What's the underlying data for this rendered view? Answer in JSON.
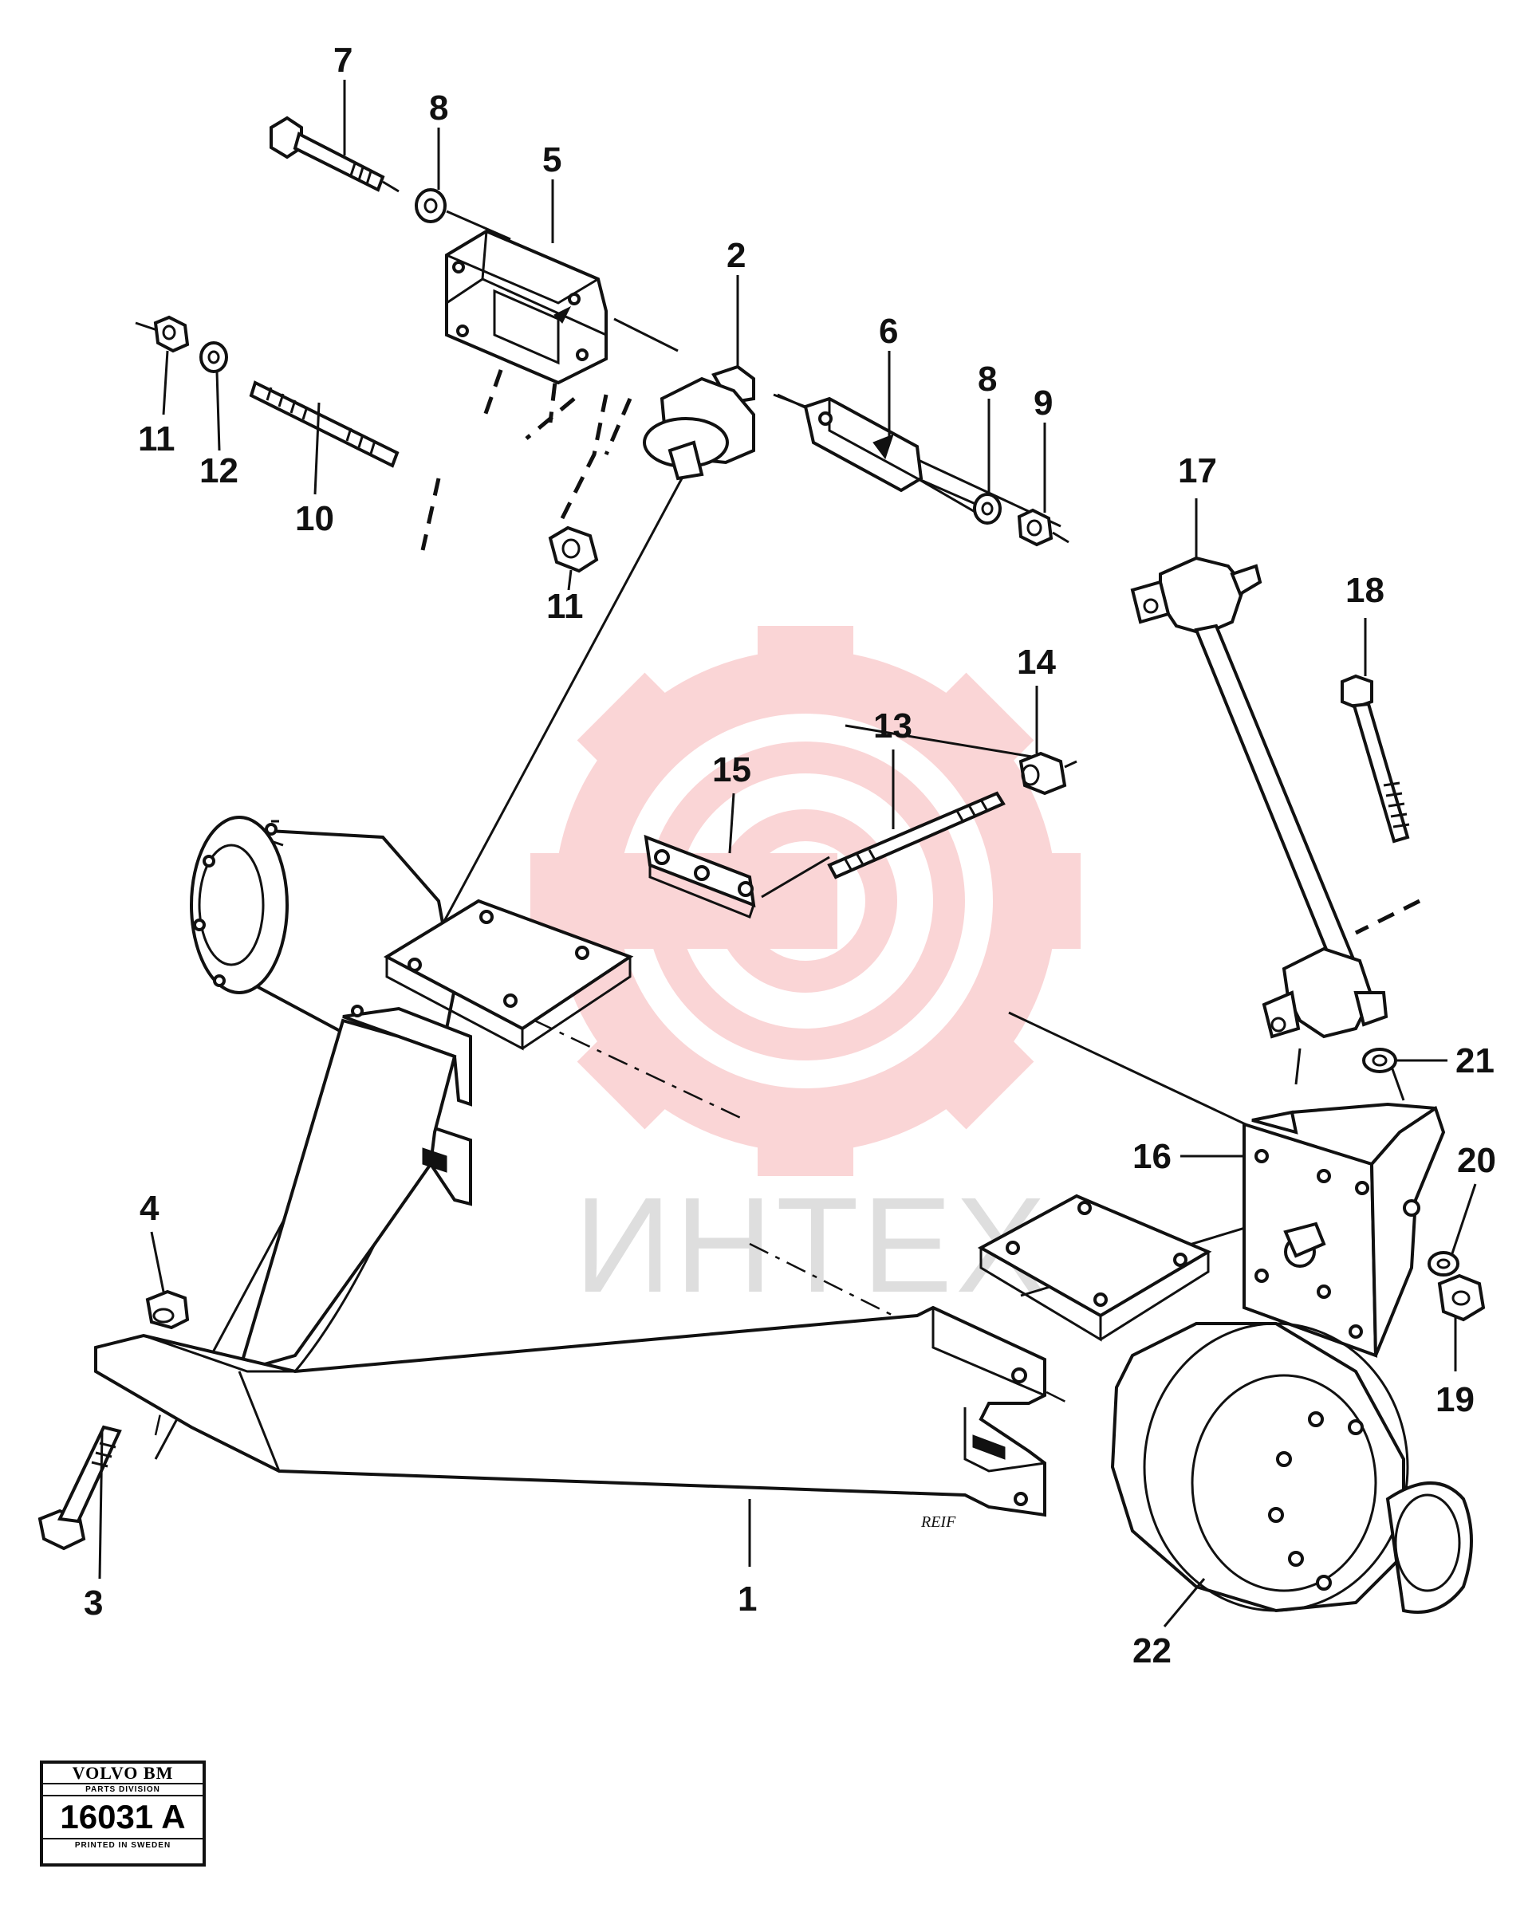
{
  "watermark": {
    "text": "ИНТЕХ",
    "gear_color": "#e8343a"
  },
  "callouts": {
    "c1": "1",
    "c2": "2",
    "c3": "3",
    "c4": "4",
    "c5": "5",
    "c6": "6",
    "c7": "7",
    "c8a": "8",
    "c8b": "8",
    "c9": "9",
    "c10": "10",
    "c11a": "11",
    "c11b": "11",
    "c12": "12",
    "c13": "13",
    "c14": "14",
    "c15": "15",
    "c16": "16",
    "c17": "17",
    "c18": "18",
    "c19": "19",
    "c20": "20",
    "c21": "21",
    "c22": "22"
  },
  "signature": "REIF",
  "stamp": {
    "brand": "VOLVO BM",
    "division": "PARTS DIVISION",
    "number": "16031 A",
    "printed": "PRINTED IN SWEDEN"
  }
}
